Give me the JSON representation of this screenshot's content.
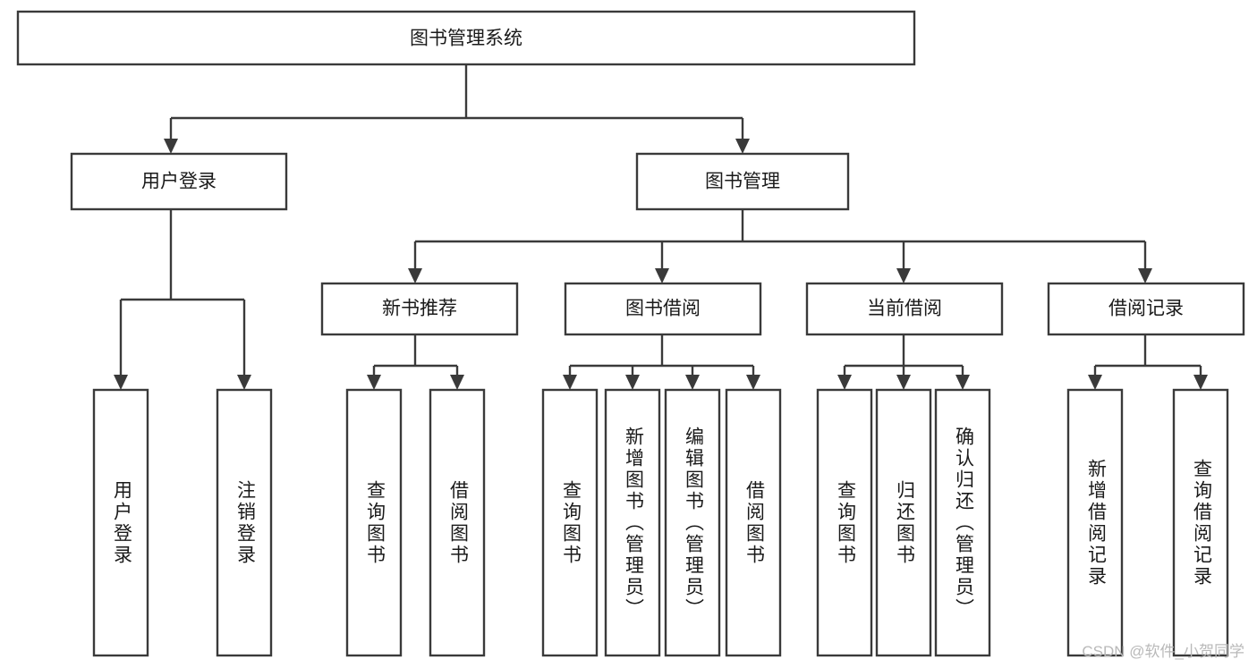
{
  "diagram": {
    "type": "hierarchical-tree",
    "title_node": {
      "label": "图书管理系统",
      "level": 1
    },
    "level2": [
      {
        "id": "user-login",
        "label": "用户登录"
      },
      {
        "id": "book-management",
        "label": "图书管理"
      }
    ],
    "level3": [
      {
        "id": "new-book-recommend",
        "label": "新书推荐",
        "parent": "book-management"
      },
      {
        "id": "book-borrow",
        "label": "图书借阅",
        "parent": "book-management"
      },
      {
        "id": "current-borrow",
        "label": "当前借阅",
        "parent": "book-management"
      },
      {
        "id": "borrow-record",
        "label": "借阅记录",
        "parent": "book-management"
      }
    ],
    "leaves": {
      "user-login": [
        {
          "id": "leaf-user-login",
          "label": "用户登录"
        },
        {
          "id": "leaf-logout",
          "label": "注销登录"
        }
      ],
      "new-book-recommend": [
        {
          "id": "leaf-query-book-1",
          "label": "查询图书"
        },
        {
          "id": "leaf-borrow-book-1",
          "label": "借阅图书"
        }
      ],
      "book-borrow": [
        {
          "id": "leaf-query-book-2",
          "label": "查询图书"
        },
        {
          "id": "leaf-add-book",
          "label": "新增图书（管理员）"
        },
        {
          "id": "leaf-edit-book",
          "label": "编辑图书（管理员）"
        },
        {
          "id": "leaf-borrow-book-2",
          "label": "借阅图书"
        }
      ],
      "current-borrow": [
        {
          "id": "leaf-query-book-3",
          "label": "查询图书"
        },
        {
          "id": "leaf-return-book",
          "label": "归还图书"
        },
        {
          "id": "leaf-confirm-return",
          "label": "确认归还（管理员）"
        }
      ],
      "borrow-record": [
        {
          "id": "leaf-add-record",
          "label": "新增借阅记录"
        },
        {
          "id": "leaf-query-record",
          "label": "查询借阅记录"
        }
      ]
    }
  },
  "watermark": {
    "text": "CSDN @软件_小贺同学"
  },
  "colors": {
    "box_stroke": "#3a3a3a",
    "box_fill": "#ffffff",
    "text": "#1a1a1a",
    "canvas": "#ffffff",
    "watermark_text": "#b9b9b9"
  }
}
